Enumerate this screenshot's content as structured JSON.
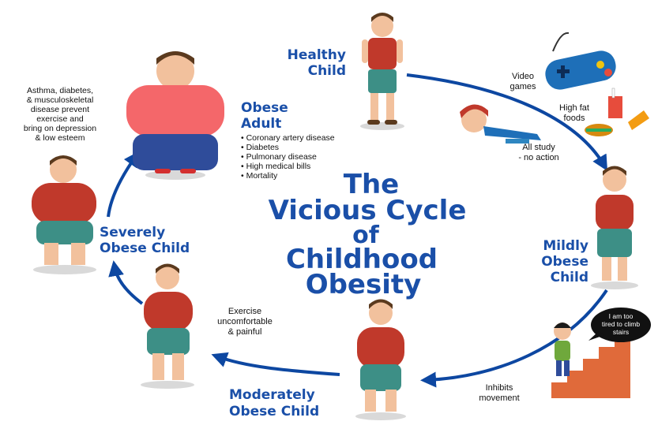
{
  "title": [
    "The",
    "Vicious Cycle",
    "of",
    "Childhood",
    "Obesity"
  ],
  "stages": {
    "healthy_child": [
      "Healthy",
      "Child"
    ],
    "mildly_obese_child": [
      "Mildly",
      "Obese",
      "Child"
    ],
    "moderately_obese_child": [
      "Moderately",
      "Obese Child"
    ],
    "severely_obese_child": [
      "Severely",
      "Obese Child"
    ],
    "obese_adult": [
      "Obese",
      "Adult"
    ]
  },
  "obese_adult_risks": [
    "• Coronary artery disease",
    "• Diabetes",
    "• Pulmonary disease",
    "• High medical bills",
    "• Mortality"
  ],
  "notes": {
    "adult_effects": [
      "Asthma, diabetes,",
      "& musculoskeletal",
      "disease prevent",
      "exercise and",
      "bring on depression",
      "& low esteem"
    ],
    "video_games": [
      "Video",
      "games"
    ],
    "high_fat_foods": [
      "High fat",
      "foods"
    ],
    "all_study": [
      "All study",
      "- no action"
    ],
    "inhibits_movement": [
      "Inhibits",
      "movement"
    ],
    "exercise_uncomfortable": [
      "Exercise",
      "uncomfortable",
      "& painful"
    ],
    "tired_bubble": [
      "I am too",
      "tired to climb",
      "stairs"
    ]
  },
  "colors": {
    "title_blue": "#1a4fa8",
    "arrow_blue": "#0d47a1",
    "shirt_red": "#c0392b",
    "shorts_teal": "#3d8f86",
    "skin": "#f2c19d",
    "hair": "#5b3a1e"
  }
}
